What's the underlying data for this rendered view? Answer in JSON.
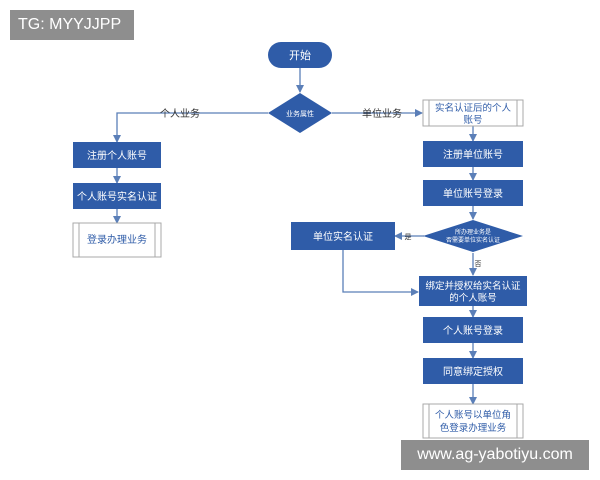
{
  "watermarks": {
    "top_left": "TG: MYYJJPP",
    "bottom_right": "www.ag-yabotiyu.com"
  },
  "colors": {
    "node_fill": "#2f5ca8",
    "node_text": "#ffffff",
    "line": "#5b7fb8",
    "doc_border": "#a9a9a9",
    "doc_text": "#2f5ca8",
    "edge_label": "#333333"
  },
  "flowchart": {
    "start": "开始",
    "decision_main": "业务属性",
    "edge_left": "个人业务",
    "edge_right": "单位业务",
    "left_branch": {
      "register_personal": "注册个人账号",
      "personal_verify": "个人账号实名认证",
      "login_business": "登录办理业务"
    },
    "right_branch": {
      "verified_personal_line1": "实名认证后的个人",
      "verified_personal_line2": "账号",
      "register_unit": "注册单位账号",
      "unit_login": "单位账号登录",
      "decision2_line1": "所办理业务是",
      "decision2_line2": "否需要单位实名认证",
      "edge_yes": "是",
      "edge_no": "否",
      "unit_verify": "单位实名认证",
      "bind_line1": "绑定并授权给实名认证",
      "bind_line2": "的个人账号",
      "personal_login": "个人账号登录",
      "agree_bind": "同意绑定授权",
      "final_line1": "个人账号以单位角",
      "final_line2": "色登录办理业务"
    }
  }
}
